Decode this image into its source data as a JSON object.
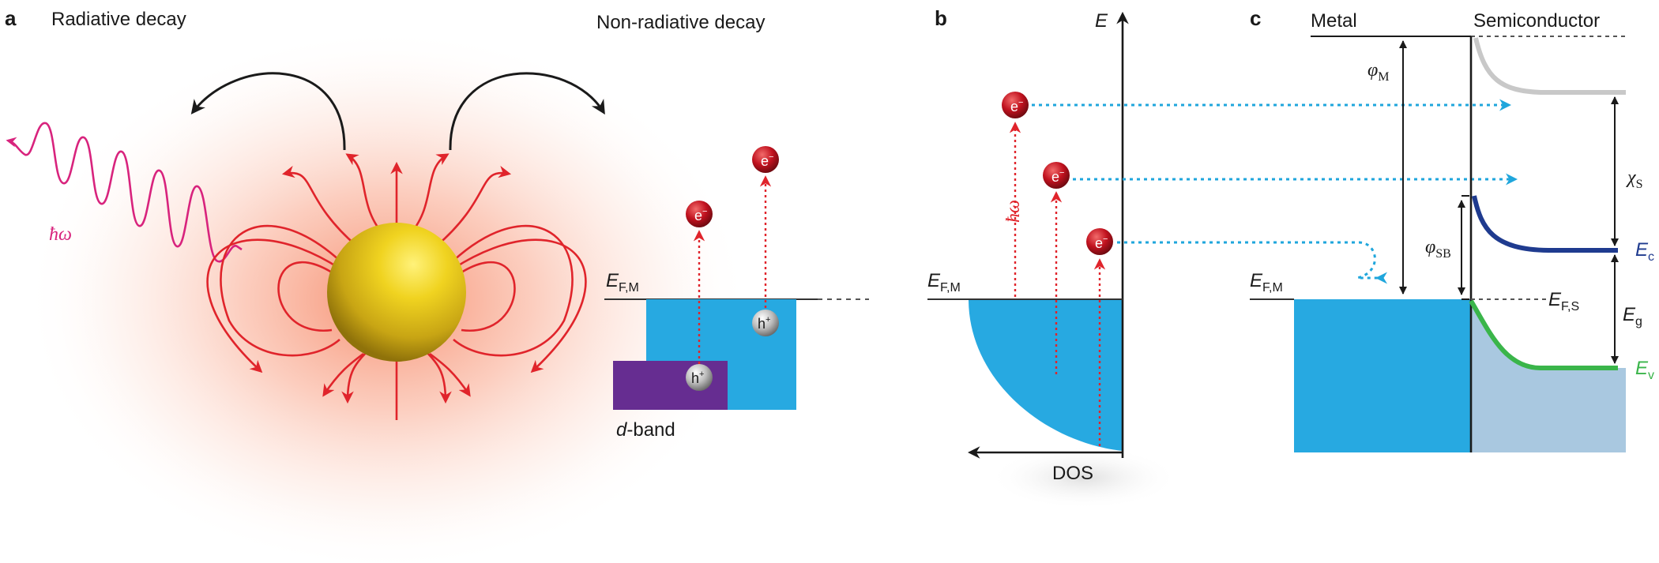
{
  "panels": {
    "a": {
      "letter": "a",
      "radiative_title": "Radiative decay",
      "nonradiative_title": "Non-radiative decay",
      "photon_label": "ħω",
      "fermi_label_main": "E",
      "fermi_label_sub": "F,M",
      "dband_label_italic": "d",
      "dband_label_rest": "-band",
      "electron_symbol": "e",
      "electron_charge": "−",
      "hole_symbol": "h",
      "hole_charge": "+"
    },
    "b": {
      "letter": "b",
      "energy_axis_label": "E",
      "dos_label": "DOS",
      "photon_label": "ħω",
      "fermi_label_main": "E",
      "fermi_label_sub": "F,M",
      "electron_symbol": "e",
      "electron_charge": "−"
    },
    "c": {
      "letter": "c",
      "metal_label": "Metal",
      "semiconductor_label": "Semiconductor",
      "phi_m_main": "φ",
      "phi_m_sub": "M",
      "phi_sb_main": "φ",
      "phi_sb_sub": "SB",
      "chi_main": "χ",
      "chi_sub": "S",
      "ec_main": "E",
      "ec_sub": "c",
      "eg_main": "E",
      "eg_sub": "g",
      "ev_main": "E",
      "ev_sub": "v",
      "efs_main": "E",
      "efs_sub": "F,S",
      "efm_main": "E",
      "efm_sub": "F,M"
    }
  },
  "colors": {
    "metal_band": "#27a9e1",
    "d_band": "#662d91",
    "field_lines": "#e0242b",
    "photon": "#d8237d",
    "electron": "#c1121f",
    "transfer_arrow": "#1fa6dc",
    "conduction_band": "#1f3b8f",
    "valence_band": "#3ab54a",
    "vacuum_level": "#c8c8c8",
    "semiconductor_fill": "#a9c8e0",
    "particle_gold": "#e8c020"
  }
}
